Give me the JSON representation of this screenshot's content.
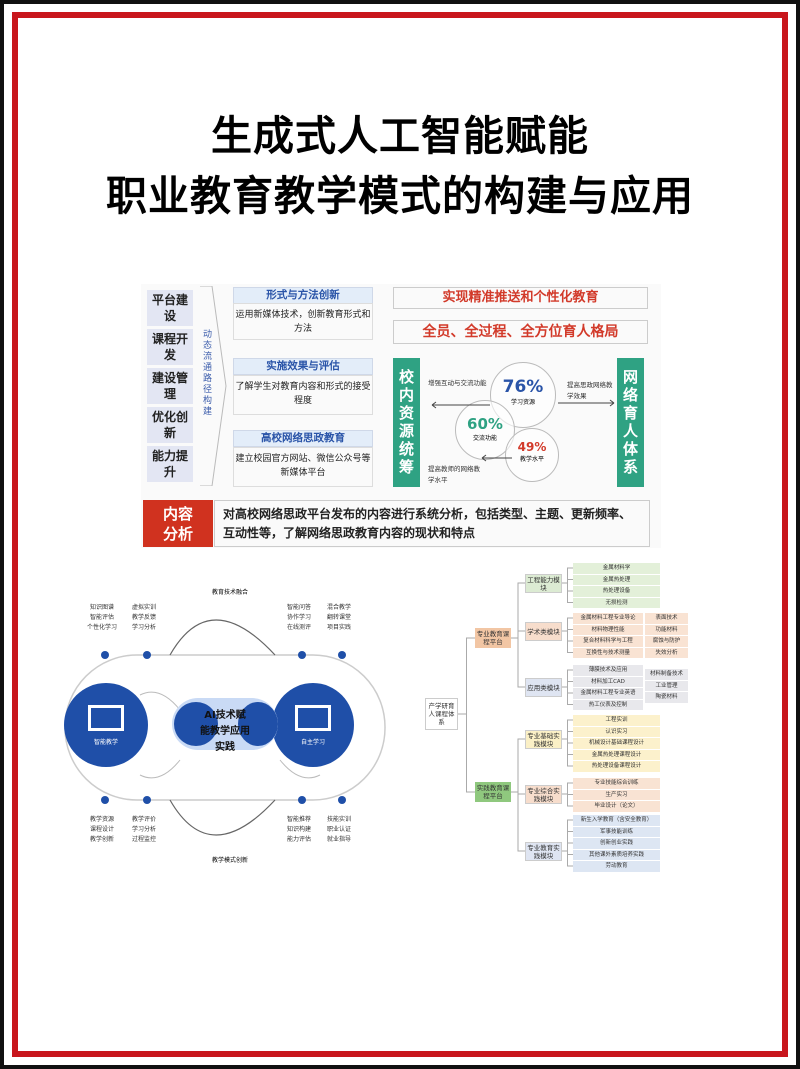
{
  "title": {
    "line1": "生成式人工智能赋能",
    "line2": "职业教育教学模式的构建与应用"
  },
  "fig1": {
    "left_items": [
      "平台建设",
      "课程开发",
      "建设管理",
      "优化创新",
      "能力提升"
    ],
    "path_label": "动态流通路径构建",
    "modules": [
      {
        "head": "形式与方法创新",
        "body": "运用新媒体技术，创新教育形式和方法"
      },
      {
        "head": "实施效果与评估",
        "body": "了解学生对教育内容和形式的接受程度"
      },
      {
        "head": "高校网络思政教育",
        "body": "建立校园官方网站、微信公众号等新媒体平台"
      }
    ],
    "goal1": "实现精准推送和个性化教育",
    "goal2": "全员、全过程、全方位育人格局",
    "left_bar": "校内资源统筹",
    "right_bar": "网络育人体系",
    "circles": [
      {
        "value": "76%",
        "label": "学习资源"
      },
      {
        "value": "60%",
        "label": "交流功能"
      },
      {
        "value": "49%",
        "label": "教学水平"
      }
    ],
    "notes": {
      "top_left": "增强互动与交流功能",
      "top_right": "提高思政网络教学效果",
      "bottom_left": "提高教师的网络教学水平"
    },
    "content_tag": "内容分析",
    "content_text": "对高校网络思政平台发布的内容进行系统分析，包括类型、主题、更新频率、互动性等，了解网络思政教育内容的现状和特点",
    "colors": {
      "red": "#d23a2a",
      "green": "#2fa283",
      "blue": "#2a54a8"
    }
  },
  "fig2": {
    "top_label": "教育技术融合",
    "bottom_label": "教学模式创新",
    "center": "AI技术赋能教学应用实践",
    "left_circle": "智能教学",
    "right_circle": "自主学习",
    "top_groups": [
      "知识图谱\n智能评估\n个性化学习",
      "虚拟实训\n教学反馈\n学习分析",
      "智能问答\n协作学习\n在线测评",
      "混合教学\n翻转课堂\n项目实践"
    ],
    "bottom_groups": [
      "教学资源\n课程设计\n教学创新",
      "教学评价\n学习分析\n过程监控",
      "智能推荐\n知识构建\n能力评估",
      "技能实训\n职业认证\n就业指导"
    ],
    "color": "#1f4fa8"
  },
  "fig3": {
    "root": "产学研育人课程体系",
    "platforms": [
      "专业教育课程平台",
      "实践教育课程平台"
    ],
    "modules": [
      {
        "name": "工程能力模块",
        "col1": [
          "金属材料学",
          "金属热处理",
          "热处理设备",
          "无损检测"
        ],
        "col2": []
      },
      {
        "name": "学术类模块",
        "col1": [
          "金属材料工程专业导论",
          "材料物理性能",
          "复合材料科学与工程",
          "互换性与技术测量"
        ],
        "col2": [
          "表面技术",
          "功能材料",
          "腐蚀与防护",
          "失效分析"
        ]
      },
      {
        "name": "应用类模块",
        "col1": [
          "薄膜技术及应用",
          "材料加工CAD",
          "金属材料工程专业英语",
          "热工仪表及控制"
        ],
        "col2": [
          "材料制备技术",
          "工业管理",
          "陶瓷材料"
        ]
      },
      {
        "name": "专业基础实践模块",
        "col1": [
          "工程实训",
          "认识实习",
          "机械设计基础课程设计",
          "金属热处理课程设计",
          "热处理设备课程设计"
        ],
        "col2": []
      },
      {
        "name": "专业综合实践模块",
        "col1": [
          "专业技能综合训练",
          "生产实习",
          "毕业设计（论文）"
        ],
        "col2": []
      },
      {
        "name": "专业教育实践模块",
        "col1": [
          "新生入学教育（含安全教育）",
          "军事技能训练",
          "创新创业实践",
          "其他课外素质培养实践",
          "劳动教育"
        ],
        "col2": []
      }
    ]
  }
}
